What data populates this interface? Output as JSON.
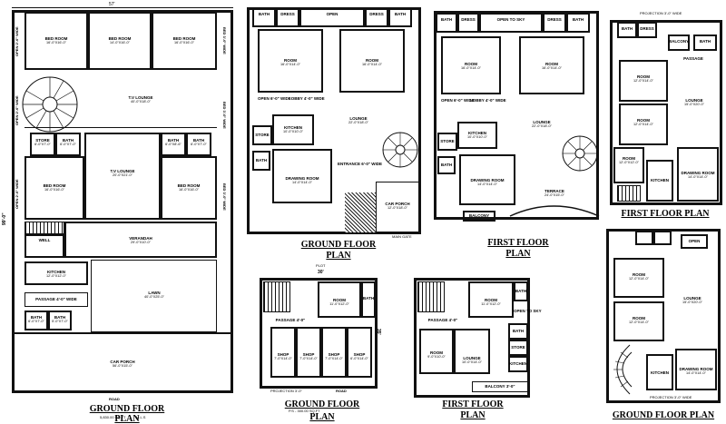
{
  "plan1": {
    "width_dim": "57'",
    "depth_dim": "99'-0\"",
    "rooms": {
      "bed1": {
        "name": "BED ROOM",
        "size": "16'-0\"X16'-0\""
      },
      "bed2": {
        "name": "BED ROOM",
        "size": "14'-0\"X16'-0\""
      },
      "bed3": {
        "name": "BED ROOM",
        "size": "16'-0\"X16'-0\""
      },
      "tv1": {
        "name": "T.V LOUNGE",
        "size": "40'-0\"X18'-0\""
      },
      "store": {
        "name": "STORE",
        "size": "6'-0\"X7'-0\""
      },
      "bath1": {
        "name": "BATH",
        "size": "6'-0\"X7'-0\""
      },
      "bath2": {
        "name": "BATH",
        "size": "6'-0\"X8'-6\""
      },
      "bath3": {
        "name": "BATH",
        "size": "6'-0\"X7'-0\""
      },
      "tv2": {
        "name": "T.V LOUNGE",
        "size": "20'-0\"X21'-0\""
      },
      "bed4": {
        "name": "BED ROOM",
        "size": "16'-0\"X16'-0\""
      },
      "bed5": {
        "name": "BED ROOM",
        "size": "16'-0\"X16'-0\""
      },
      "verandah": {
        "name": "VERANDAH",
        "size": "29'-0\"X10'-0\""
      },
      "well": {
        "name": "WELL"
      },
      "kitchen": {
        "name": "KITCHEN",
        "size": "12'-0\"X12'-0\""
      },
      "passage": {
        "name": "PASSAGE 4'-0\" WIDE"
      },
      "lawn": {
        "name": "LAWN",
        "size": "40'-0\"X25'-0\""
      },
      "bath4": {
        "name": "BATH",
        "size": "6'-0\"X7'-0\""
      },
      "bath5": {
        "name": "BATH",
        "size": "5'-0\"X7'-0\""
      },
      "porch": {
        "name": "CAR PORCH",
        "size": "56'-0\"X15'-0\""
      }
    },
    "side_left": [
      "OPEN 2'-0\" WIDE",
      "OPEN 2'-0\" WIDE",
      "OPEN 2'-0\" WIDE"
    ],
    "side_right": [
      "BED 3'-0\" WIDE",
      "BED 3'-0\" WIDE",
      "BED 3'-0\" WIDE"
    ],
    "road": "ROAD",
    "title": "GROUND FLOOR PLAN",
    "area": "5,830.00 SQ.FT",
    "ref": "M.L.S"
  },
  "plan2": {
    "title_line1": "GROUND FLOOR",
    "title_line2": "PLAN",
    "top": [
      "BATH",
      "DRESS",
      "OPEN",
      "DRESS",
      "BATH"
    ],
    "room_a": {
      "name": "ROOM",
      "size": "16'-0\"X14'-0\""
    },
    "room_b": {
      "name": "ROOM",
      "size": "16'-0\"X14'-0\""
    },
    "open": "OPEN 6'-0\" WIDE",
    "lobby": "LOBBY 4'-0\" WIDE",
    "lounge": {
      "name": "LOUNGE",
      "size": "22'-0\"X18'-0\""
    },
    "kitchen": {
      "name": "KITCHEN",
      "size": "10'-0\"X10'-0\""
    },
    "store": "STORE",
    "bath": "BATH",
    "drawing": {
      "name": "DRAWING ROOM",
      "size": "14'-0\"X14'-0\""
    },
    "entrance": "ENTRANCE 6'-0\" WIDE",
    "porch": {
      "name": "CAR PORCH",
      "size": "12'-0\"X18'-0\""
    },
    "main_gate": "MAIN GATE"
  },
  "plan3": {
    "title_line1": "FIRST FLOOR",
    "title_line2": "PLAN",
    "top": [
      "BATH",
      "DRESS",
      "OPEN TO SKY",
      "DRESS",
      "BATH"
    ],
    "room_a": {
      "name": "ROOM",
      "size": "16'-0\"X14'-0\""
    },
    "room_b": {
      "name": "ROOM",
      "size": "16'-0\"X14'-0\""
    },
    "open": "OPEN 6'-0\" WIDE",
    "lobby": "LOBBY 4'-0\" WIDE",
    "lounge": {
      "name": "LOUNGE",
      "size": "22'-0\"X18'-0\""
    },
    "kitchen": {
      "name": "KITCHEN",
      "size": "10'-0\"X10'-0\""
    },
    "store": "STORE",
    "bath": "BATH",
    "drawing": {
      "name": "DRAWING ROOM",
      "size": "14'-0\"X14'-0\""
    },
    "terrace": {
      "name": "TERRACE",
      "size": "24'-0\"X15'-0\""
    },
    "balcony": "BALCONY"
  },
  "plan4": {
    "title": "FIRST FLOOR PLAN",
    "projection": "PROJECTION 3'-0\" WIDE",
    "top": [
      "BATH",
      "DRESS",
      "BALCONY",
      "BATH"
    ],
    "passage": "PASSAGE",
    "room_a": {
      "name": "ROOM",
      "size": "12'-0\"X14'-0\""
    },
    "lounge": {
      "name": "LOUNGE",
      "size": "15'-0\"X20'-0\""
    },
    "room_b": {
      "name": "ROOM",
      "size": "12'-0\"X14'-0\""
    },
    "room_c": {
      "name": "ROOM",
      "size": "12'-0\"X12'-0\""
    },
    "drawing": {
      "name": "DRAWING ROOM",
      "size": "14'-0\"X14'-0\""
    },
    "kitchen": "KITCHEN"
  },
  "plan5": {
    "title_line1": "GROUND FLOOR",
    "title_line2": "PLAN",
    "width_dim": "30'",
    "depth_dim": "35'",
    "plot": "PLOT",
    "room": {
      "name": "ROOM",
      "size": "11'-0\"X12'-0\""
    },
    "bath": "BATH",
    "passage": "PASSAGE 4'-0\"",
    "shops": [
      {
        "name": "SHOP",
        "size": "7'-0\"X14'-0\""
      },
      {
        "name": "SHOP",
        "size": "7'-0\"X14'-0\""
      },
      {
        "name": "SHOP",
        "size": "7'-0\"X14'-0\""
      },
      {
        "name": "SHOP",
        "size": "6'-0\"X14'-0\""
      }
    ],
    "projection": "PROJECTION 3'-0\"",
    "road": "ROAD",
    "ref": "P.S - 300.00 SQ.FT"
  },
  "plan6": {
    "title_line1": "FIRST FLOOR",
    "title_line2": "PLAN",
    "room_a": {
      "name": "ROOM",
      "size": "11'-0\"X12'-0\""
    },
    "bath_a": "BATH",
    "open": "OPEN TO SKY",
    "passage": "PASSAGE 4'-0\"",
    "room_b": {
      "name": "ROOM",
      "size": "9'-0\"X10'-0\""
    },
    "lounge": {
      "name": "LOUNGE",
      "size": "10'-0\"X14'-0\""
    },
    "bath_b": "BATH",
    "store": "STORE",
    "kitchen": "KITCHEN",
    "balcony": "BALCONY 3'-0\""
  },
  "plan7": {
    "title": "GROUND FLOOR PLAN",
    "room_a": {
      "name": "ROOM",
      "size": "12'-0\"X14'-0\""
    },
    "lounge": {
      "name": "LOUNGE",
      "size": "15'-0\"X20'-0\""
    },
    "room_b": {
      "name": "ROOM",
      "size": "12'-0\"X14'-0\""
    },
    "kitchen": "KITCHEN",
    "drawing": {
      "name": "DRAWING ROOM",
      "size": "14'-0\"X14'-0\""
    },
    "projection": "PROJECTION 3'-0\" WIDE",
    "open": "OPEN"
  }
}
